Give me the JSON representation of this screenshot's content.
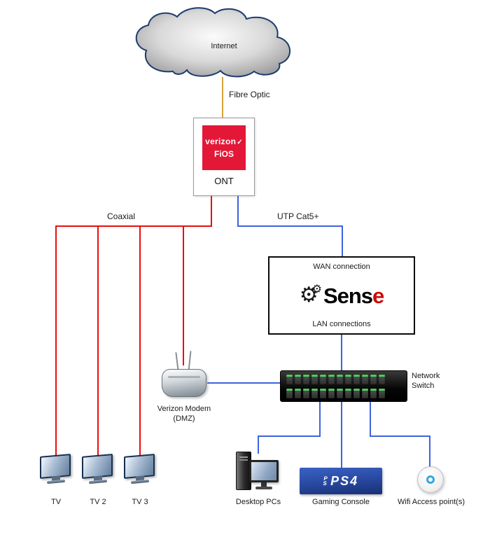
{
  "diagram": {
    "internet": "Internet",
    "fibre_optic": "Fibre Optic",
    "ont": {
      "brand": "verizon",
      "check": "✓",
      "fios": "FiOS",
      "name": "ONT"
    },
    "coaxial": "Coaxial",
    "utp": "UTP Cat5+",
    "pfsense": {
      "wan": "WAN connection",
      "logo_text": "Sens",
      "logo_e": "e",
      "lan": "LAN connections"
    },
    "switch_label": "Network Switch",
    "modem": {
      "line1": "Verizon Modem",
      "line2": "(DMZ)"
    },
    "tvs": [
      {
        "label": "TV"
      },
      {
        "label": "TV 2"
      },
      {
        "label": "TV 3"
      }
    ],
    "desktop_label": "Desktop PCs",
    "ps4": {
      "glyph_p": "P",
      "glyph_s": "S",
      "logo": "PS4",
      "label": "Gaming Console"
    },
    "wifi_label": "Wifi Access point(s)"
  },
  "icons": {
    "gear": "⚙"
  },
  "colors": {
    "coaxial_line": "#e80f0f",
    "utp_line": "#3f63dd",
    "fibre_line": "#d9a33c",
    "verizon_red": "#e31837",
    "pfsense_red": "#cf0a0a",
    "ps4_blue": "#27479e",
    "wifi_ring_blue": "#35a7e0"
  }
}
